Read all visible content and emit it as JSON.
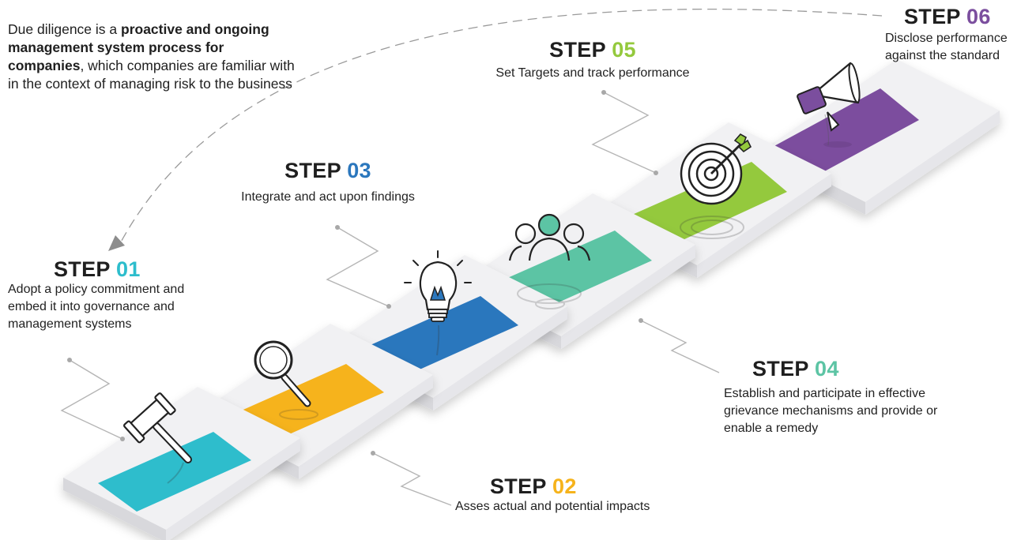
{
  "intro": {
    "pre": "Due diligence is a ",
    "bold": "proactive and ongoing management system process for companies",
    "post": ", which companies are familiar with in the context of managing risk to the business"
  },
  "steps": [
    {
      "word": "STEP",
      "num": "01",
      "color": "#2dbdcc",
      "desc": "Adopt a policy commitment and embed it into governance and management systems",
      "icon": "gavel-icon"
    },
    {
      "word": "STEP",
      "num": "02",
      "color": "#f6b31b",
      "desc": "Asses actual and potential impacts",
      "icon": "magnifier-icon"
    },
    {
      "word": "STEP",
      "num": "03",
      "color": "#2b77bd",
      "desc": "Integrate and act upon findings",
      "icon": "lightbulb-icon"
    },
    {
      "word": "STEP",
      "num": "04",
      "color": "#5cc4a4",
      "desc": "Establish and participate in effective grievance mechanisms and provide or enable a remedy",
      "icon": "people-icon"
    },
    {
      "word": "STEP",
      "num": "05",
      "color": "#94c93d",
      "desc": "Set Targets and track performance",
      "icon": "target-icon"
    },
    {
      "word": "STEP",
      "num": "06",
      "color": "#7b4e9e",
      "desc": "Disclose performance against the standard",
      "icon": "megaphone-icon"
    }
  ]
}
